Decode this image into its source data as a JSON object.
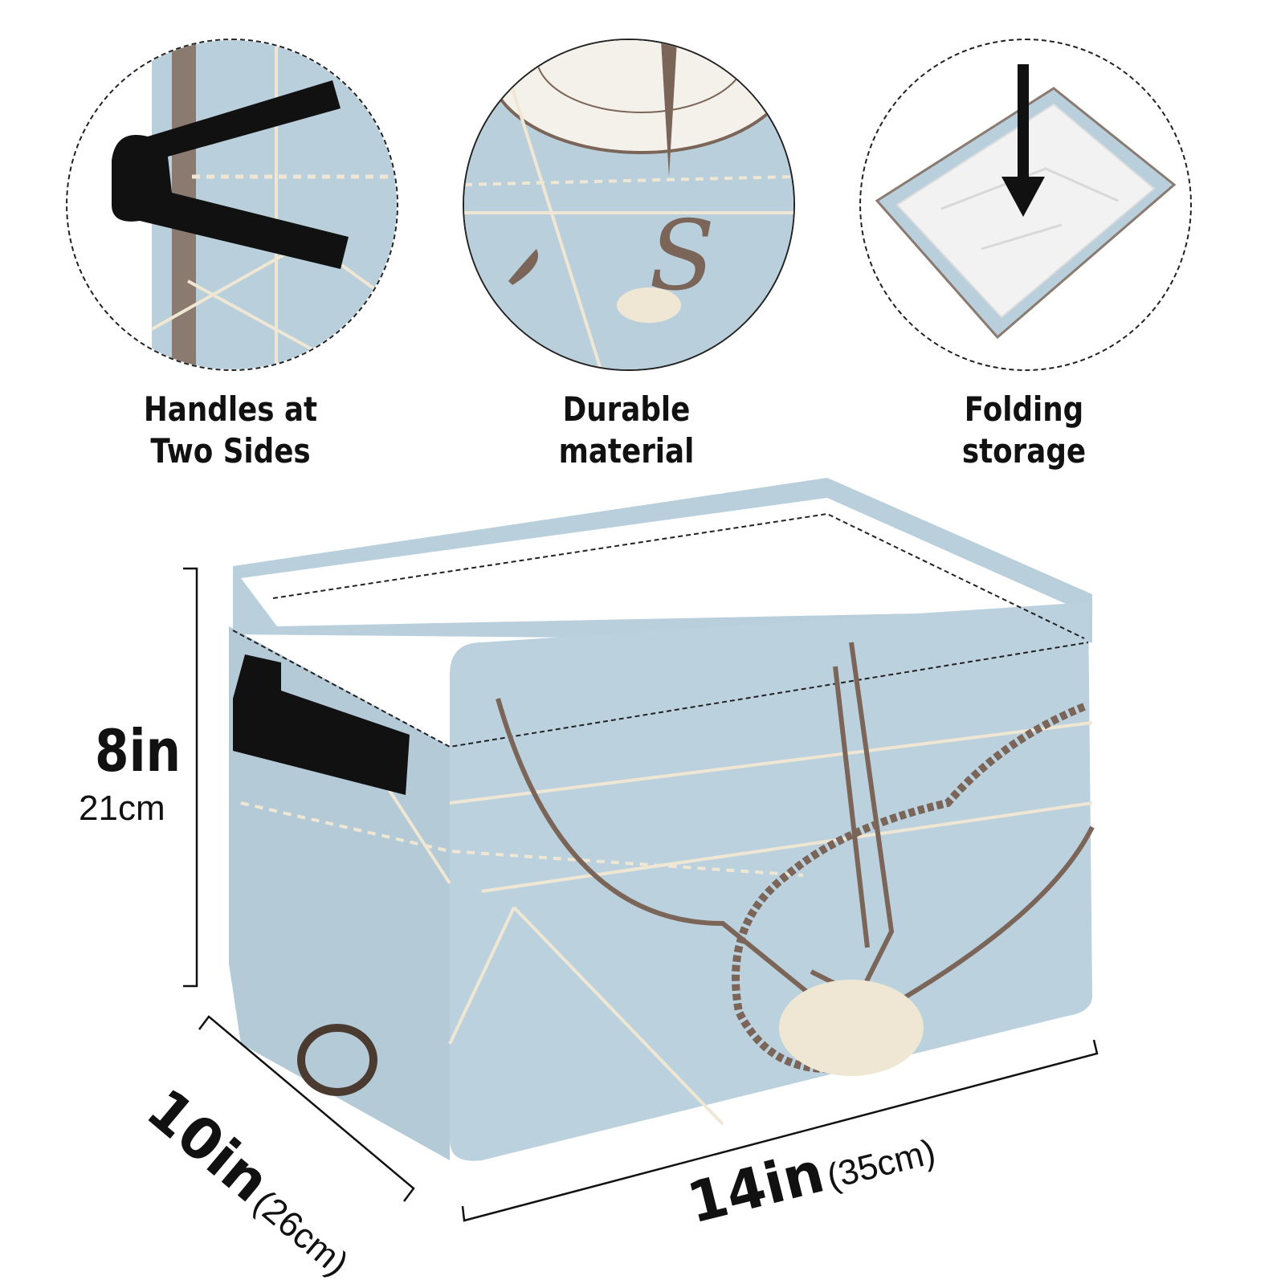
{
  "features": [
    {
      "label_line1": "Handles at",
      "label_line2": "Two Sides",
      "icon": "handle-closeup"
    },
    {
      "label_line1": "Durable",
      "label_line2": "material",
      "icon": "fabric-closeup"
    },
    {
      "label_line1": "Folding",
      "label_line2": "storage",
      "icon": "folding-closeup"
    }
  ],
  "dimensions": {
    "height_in": "8in",
    "height_cm": "21cm",
    "depth_in": "10in",
    "depth_cm": "(26cm)",
    "width_in": "14in",
    "width_cm": "(35cm)"
  },
  "colors": {
    "fabric": "#b9cfdc",
    "print": "#7a6558",
    "lines": "#efe7d4",
    "handle": "#111111"
  }
}
